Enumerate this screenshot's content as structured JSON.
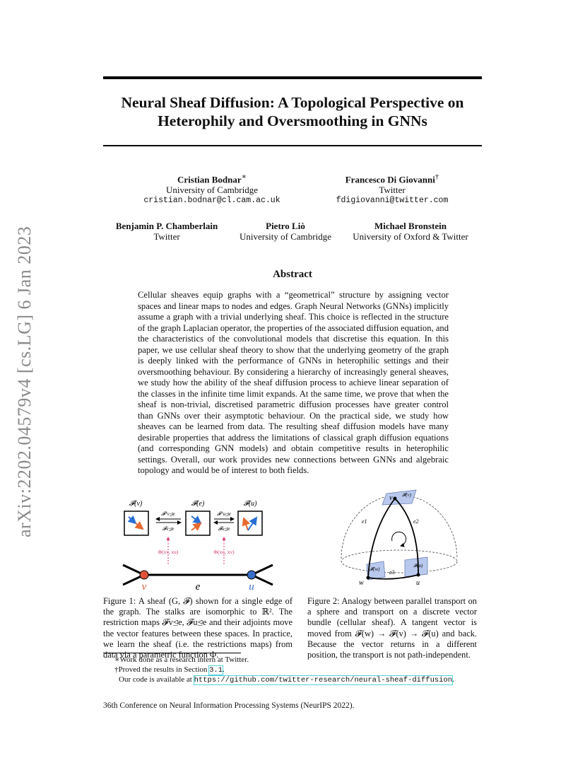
{
  "arxiv_id": "arXiv:2202.04579v4  [cs.LG]  6 Jan 2023",
  "title": "Neural Sheaf Diffusion: A Topological Perspective on Heterophily and Oversmoothing in GNNs",
  "authors": [
    {
      "name": "Cristian Bodnar",
      "mark": "∗",
      "affiliation": "University of Cambridge",
      "email": "cristian.bodnar@cl.cam.ac.uk"
    },
    {
      "name": "Francesco Di Giovanni",
      "mark": "†",
      "affiliation": "Twitter",
      "email": "fdigiovanni@twitter.com"
    },
    {
      "name": "Benjamin P. Chamberlain",
      "mark": "",
      "affiliation": "Twitter",
      "email": ""
    },
    {
      "name": "Pietro Liò",
      "mark": "",
      "affiliation": "University of Cambridge",
      "email": ""
    },
    {
      "name": "Michael Bronstein",
      "mark": "",
      "affiliation": "University of Oxford & Twitter",
      "email": ""
    }
  ],
  "abstract_heading": "Abstract",
  "abstract": "Cellular sheaves equip graphs with a “geometrical” structure by assigning vector spaces and linear maps to nodes and edges. Graph Neural Networks (GNNs) implicitly assume a graph with a trivial underlying sheaf. This choice is reflected in the structure of the graph Laplacian operator, the properties of the associated diffusion equation, and the characteristics of the convolutional models that discretise this equation. In this paper, we use cellular sheaf theory to show that the underlying geometry of the graph is deeply linked with the performance of GNNs in heterophilic settings and their oversmoothing behaviour. By considering a hierarchy of increasingly general sheaves, we study how the ability of the sheaf diffusion process to achieve linear separation of the classes in the infinite time limit expands. At the same time, we prove that when the sheaf is non-trivial, discretised parametric diffusion processes have greater control than GNNs over their asymptotic behaviour. On the practical side, we study how sheaves can be learned from data. The resulting sheaf diffusion models have many desirable properties that address the limitations of classical graph diffusion equations (and corresponding GNN models) and obtain competitive results in heterophilic settings. Overall, our work provides new connections between GNNs and algebraic topology and would be of interest to both fields.",
  "fig1": {
    "stalk_v": "𝓕(v)",
    "stalk_e": "𝓕(e)",
    "stalk_u": "𝓕(u)",
    "map_vT": "𝓕ᵀv⊴e",
    "map_v": "𝓕v⊴e",
    "map_uT": "𝓕ᵀu⊴e",
    "map_u": "𝓕u⊴e",
    "phi_left": "Φ(xv, xu)",
    "phi_right": "Φ(xu, xv)",
    "node_v": "v",
    "node_e": "e",
    "node_u": "u"
  },
  "fig2": {
    "top_label": "𝓕(v)",
    "left_label": "𝓕(w)",
    "right_label": "𝓕(u)",
    "node_v": "v",
    "node_w": "w",
    "node_u": "u",
    "e1": "e1",
    "e2": "e2",
    "e3": "e3"
  },
  "caption1": "Figure 1: A sheaf (G, 𝓕) shown for a single edge of the graph. The stalks are isomorphic to ℝ². The restriction maps 𝓕v⊴e, 𝓕u⊴e and their adjoints move the vector features between these spaces. In practice, we learn the sheaf (i.e. the restrictions maps) from data via a parametric function Φ.",
  "caption2": "Figure 2: Analogy between parallel transport on a sphere and transport on a discrete vector bundle (cellular sheaf). A tangent vector is moved from 𝓕(w) → 𝓕(v) → 𝓕(u) and back. Because the vector returns in a different position, the transport is not path-independent.",
  "footnote1": "∗Work done as a research intern at Twitter.",
  "footnote2_prefix": "†Proved the results in Section ",
  "footnote2_ref": "3.1",
  "footnote2_suffix": ".",
  "code_prefix": "Our code is available at ",
  "code_url": "https://github.com/twitter-research/neural-sheaf-diffusion",
  "code_suffix": ".",
  "conference": "36th Conference on Neural Information Processing Systems (NeurIPS 2022).",
  "colors": {
    "node_v": "#e0533a",
    "node_u": "#3a6fc9",
    "phi": "#d23a6a",
    "arrow_blue": "#2b6fd6",
    "arrow_orange": "#e8692e",
    "plane": "#b9c9ee"
  }
}
